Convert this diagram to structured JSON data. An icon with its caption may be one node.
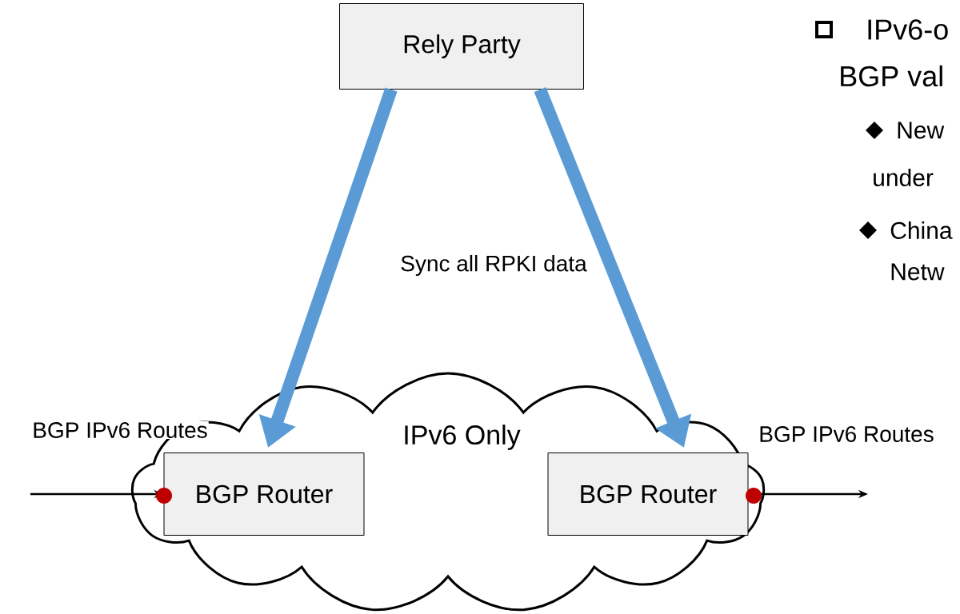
{
  "diagram": {
    "nodes": [
      {
        "text": [
          "Rely Party"
        ]
      },
      {
        "text": [
          "IPv6 Only"
        ]
      },
      {
        "text": [
          "BGP Router"
        ],
        "in": 1
      },
      {
        "text": [
          "BGP Router"
        ],
        "in": 1
      }
    ],
    "edges": [
      {
        "from": 0,
        "to": 2,
        "arrow": "to",
        "style": "thick",
        "color": "#5b9bd5"
      },
      {
        "from": 0,
        "to": 3,
        "arrow": "to",
        "style": "thick",
        "color": "#5b9bd5"
      },
      {
        "from": null,
        "to": 2,
        "arrow": "to",
        "color": "#000000",
        "label": "BGP IPv6 Routes"
      },
      {
        "from": 3,
        "to": null,
        "arrow": "to",
        "color": "#000000",
        "label": "BGP IPv6 Routes"
      }
    ],
    "labels": [
      "Sync all RPKI data",
      "IPv6-o",
      "BGP val",
      "New",
      "under",
      "China",
      "Netw"
    ]
  }
}
